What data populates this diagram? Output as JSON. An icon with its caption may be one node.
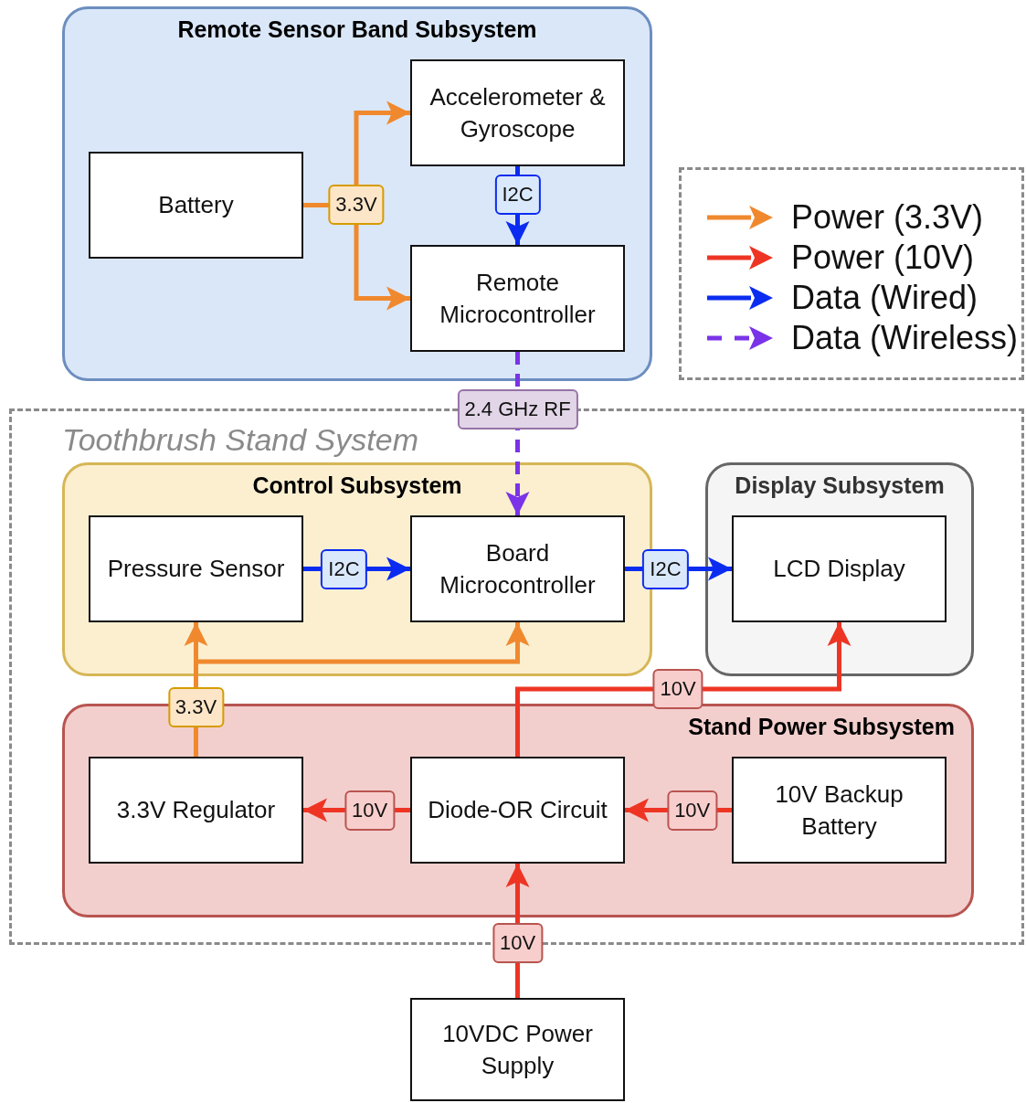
{
  "diagram": {
    "nodes": [
      {
        "text": [
          "Remote Sensor Band Subsystem"
        ]
      },
      {
        "text": [
          "Accelerometer & Gyroscope"
        ],
        "in": 0
      },
      {
        "text": [
          "Battery"
        ],
        "in": 0
      },
      {
        "text": [
          "Remote Microcontroller"
        ],
        "in": 0
      },
      {
        "text": [
          "Toothbrush Stand System"
        ]
      },
      {
        "text": [
          "Control Subsystem"
        ],
        "in": 4
      },
      {
        "text": [
          "Pressure Sensor"
        ],
        "in": 5
      },
      {
        "text": [
          "Board Microcontroller"
        ],
        "in": 5
      },
      {
        "text": [
          "Display Subsystem"
        ],
        "in": 4
      },
      {
        "text": [
          "LCD Display"
        ],
        "in": 8
      },
      {
        "text": [
          "Stand Power Subsystem"
        ],
        "in": 4
      },
      {
        "text": [
          "3.3V Regulator"
        ],
        "in": 10
      },
      {
        "text": [
          "Diode-OR Circuit"
        ],
        "in": 10
      },
      {
        "text": [
          "10V Backup Battery"
        ],
        "in": 10
      },
      {
        "text": [
          "10VDC Power Supply"
        ]
      }
    ],
    "edges": [
      {
        "from": 2,
        "to": 1,
        "arrow": "to",
        "label": "3.3V",
        "color": "#f0892e"
      },
      {
        "from": 2,
        "to": 3,
        "arrow": "to",
        "color": "#f0892e"
      },
      {
        "from": 1,
        "to": 3,
        "arrow": "to",
        "label": "I2C",
        "color": "#0b2cf0"
      },
      {
        "from": 3,
        "to": 7,
        "arrow": "to",
        "label": "2.4 GHz RF",
        "style": "dashed",
        "color": "#7a33e8"
      },
      {
        "from": 6,
        "to": 7,
        "arrow": "to",
        "label": "I2C",
        "color": "#0b2cf0"
      },
      {
        "from": 7,
        "to": 9,
        "arrow": "to",
        "label": "I2C",
        "color": "#0b2cf0"
      },
      {
        "from": 11,
        "to": 6,
        "arrow": "to",
        "label": "3.3V",
        "color": "#f0892e"
      },
      {
        "from": 11,
        "to": 7,
        "arrow": "to",
        "color": "#f0892e"
      },
      {
        "from": 12,
        "to": 9,
        "arrow": "to",
        "label": "10V",
        "color": "#ee3524"
      },
      {
        "from": 12,
        "to": 11,
        "arrow": "to",
        "label": "10V",
        "color": "#ee3524"
      },
      {
        "from": 13,
        "to": 12,
        "arrow": "to",
        "label": "10V",
        "color": "#ee3524"
      },
      {
        "from": 14,
        "to": 12,
        "arrow": "to",
        "label": "10V",
        "color": "#ee3524"
      }
    ],
    "legend": [
      {
        "text": "Power (3.3V)"
      },
      {
        "text": "Power (10V)"
      },
      {
        "text": "Data (Wired)"
      },
      {
        "text": "Data (Wireless)"
      }
    ]
  }
}
